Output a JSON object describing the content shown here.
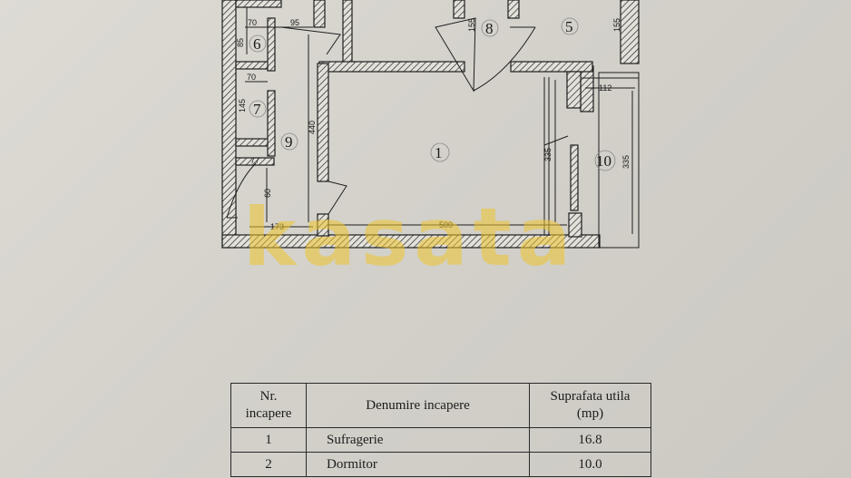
{
  "rooms": [
    {
      "id": "1"
    },
    {
      "id": "5"
    },
    {
      "id": "6"
    },
    {
      "id": "7"
    },
    {
      "id": "8"
    },
    {
      "id": "9"
    },
    {
      "id": "10"
    }
  ],
  "dimensions": {
    "d70a": "70",
    "d95": "95",
    "d85": "85",
    "d155a": "155",
    "d155b": "155",
    "d70b": "70",
    "d145": "145",
    "d440": "440",
    "d77": "77",
    "d60": "60",
    "d173": "173",
    "d500": "500",
    "d335a": "335",
    "d335b": "335",
    "d112": "112"
  },
  "watermark": "kasata",
  "table": {
    "headers": {
      "nr_line1": "Nr.",
      "nr_line2": "incapere",
      "name": "Denumire incapere",
      "area_line1": "Suprafata utila",
      "area_line2": "(mp)"
    },
    "rows": [
      {
        "nr": "1",
        "name": "Sufragerie",
        "area": "16.8"
      },
      {
        "nr": "2",
        "name": "Dormitor",
        "area": "10.0"
      }
    ]
  },
  "colors": {
    "paper": "#d6d4cd",
    "ink": "#1c1c1c",
    "watermark": "#eec42e"
  }
}
